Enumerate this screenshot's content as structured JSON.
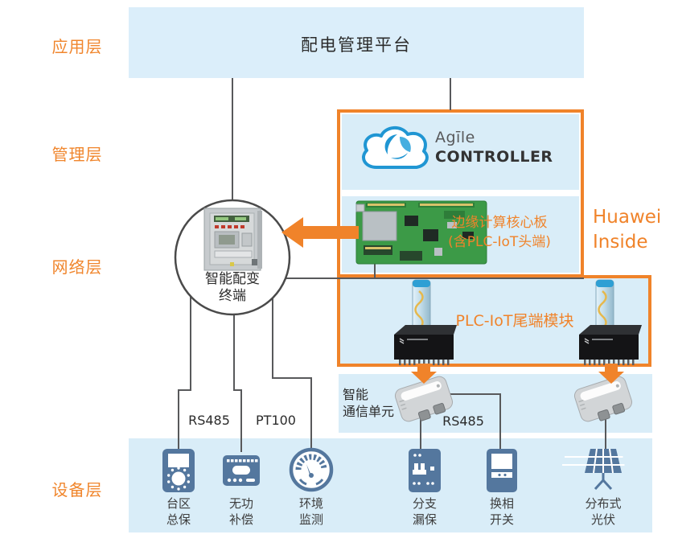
{
  "layers": {
    "application": "应用层",
    "management": "管理层",
    "network": "网络层",
    "device": "设备层"
  },
  "platform": {
    "title": "配电管理平台"
  },
  "controller": {
    "brand_top": "Agīle",
    "brand_bottom": "CONTROLLER"
  },
  "edge_board": {
    "line1": "边缘计算核心板",
    "line2": "(含PLC-IoT头端)"
  },
  "huawei_inside": {
    "line1": "Huawei",
    "line2": "Inside"
  },
  "plc_tail_box": {
    "label": "PLC-IoT尾端模块"
  },
  "terminal": {
    "line1": "智能配变",
    "line2": "终端"
  },
  "comm_unit": {
    "line1": "智能",
    "line2": "通信单元"
  },
  "wire_labels": {
    "rs485_left": "RS485",
    "pt100": "PT100",
    "rs485_right": "RS485"
  },
  "devices": [
    {
      "icon": "district-protector-icon",
      "line1": "台区",
      "line2": "总保"
    },
    {
      "icon": "reactive-compensation-icon",
      "line1": "无功",
      "line2": "补偿"
    },
    {
      "icon": "environment-gauge-icon",
      "line1": "环境",
      "line2": "监测"
    },
    {
      "icon": "branch-breaker-icon",
      "line1": "分支",
      "line2": "漏保"
    },
    {
      "icon": "phase-switch-icon",
      "line1": "换相",
      "line2": "开关"
    },
    {
      "icon": "solar-panel-icon",
      "line1": "分布式",
      "line2": "光伏"
    }
  ],
  "icons": [
    "cloud-icon",
    "pcb-board-image",
    "terminal-cabinet-image",
    "plc-stick-antenna",
    "plc-tail-module-image",
    "comm-unit-image",
    "left-arrow",
    "down-arrow"
  ],
  "colors": {
    "orange": "#F0832A",
    "panel_blue": "#D9EDF8",
    "top_panel_blue": "#DBEEFA",
    "icon_slate": "#54779E",
    "wire_gray": "#58595B",
    "cloud_blue": "#2096D3",
    "dark_text": "#2B2B2B"
  }
}
